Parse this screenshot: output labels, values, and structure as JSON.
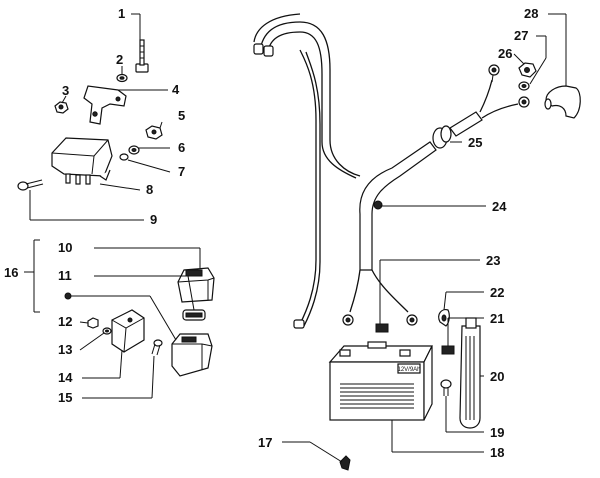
{
  "callouts": {
    "n1": "1",
    "n2": "2",
    "n3": "3",
    "n4": "4",
    "n5": "5",
    "n6": "6",
    "n7": "7",
    "n8": "8",
    "n9": "9",
    "n10": "10",
    "n11": "11",
    "n12": "12",
    "n13": "13",
    "n14": "14",
    "n15": "15",
    "n16": "16",
    "n17": "17",
    "n18": "18",
    "n19": "19",
    "n20": "20",
    "n21": "21",
    "n22": "22",
    "n23": "23",
    "n24": "24",
    "n25": "25",
    "n26": "26",
    "n27": "27",
    "n28": "28"
  },
  "battery_label": "12V/9Ah"
}
